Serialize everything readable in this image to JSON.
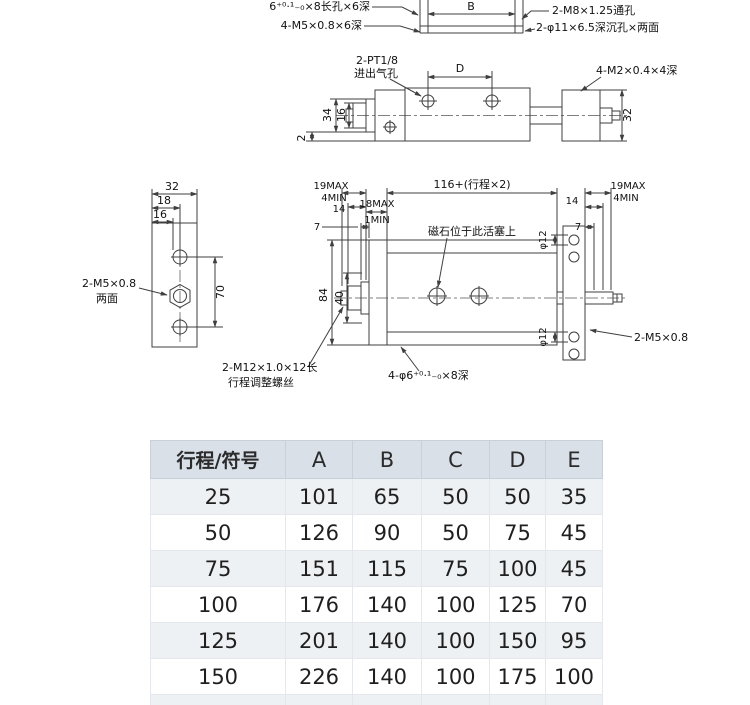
{
  "drawing": {
    "colors": {
      "line": "#3f3f3f",
      "text": "#111111"
    },
    "top_view": {
      "slot_label": "6⁺⁰·¹₋₀×8长孔×6深",
      "m5_label": "4-M5×0.8×6深",
      "dim_b": "B",
      "m8_label": "2-M8×1.25通孔",
      "sink_label": "2-φ11×6.5深沉孔×两面"
    },
    "side_view": {
      "port_label_1": "2-PT1/8",
      "port_label_2": "进出气孔",
      "dim_d": "D",
      "m2_label": "4-M2×0.4×4深",
      "dim_34": "34",
      "dim_16": "16",
      "dim_2": "2",
      "dim_32": "32"
    },
    "front_view": {
      "dim_32": "32",
      "dim_18": "18",
      "dim_16": "16",
      "dim_70": "70",
      "m5_side_1": "2-M5×0.8",
      "m5_side_2": "两面",
      "left_19max": "19MAX",
      "left_4min": "4MIN",
      "dim_14_left": "14",
      "label_18max": "18MAX",
      "label_1min": "1MIN",
      "dim_7_left": "7",
      "stroke_formula": "116+(行程×2)",
      "right_19max": "19MAX",
      "right_4min": "4MIN",
      "dim_14_right": "14",
      "dim_7_right": "7",
      "magnet_note": "磁石位于此活塞上",
      "phi12_top": "φ12",
      "phi12_bottom": "φ12",
      "dim_84": "84",
      "dim_40": "40",
      "m12_label_1": "2-M12×1.0×12长",
      "m12_label_2": "行程调整螺丝",
      "phi6_label": "4-φ6⁺⁰·¹₋₀×8深",
      "m5_right": "2-M5×0.8"
    }
  },
  "table": {
    "headers": [
      "行程/符号",
      "A",
      "B",
      "C",
      "D",
      "E"
    ],
    "rows": [
      [
        "25",
        "101",
        "65",
        "50",
        "50",
        "35"
      ],
      [
        "50",
        "126",
        "90",
        "50",
        "75",
        "45"
      ],
      [
        "75",
        "151",
        "115",
        "75",
        "100",
        "45"
      ],
      [
        "100",
        "176",
        "140",
        "100",
        "125",
        "70"
      ],
      [
        "125",
        "201",
        "140",
        "100",
        "150",
        "95"
      ],
      [
        "150",
        "226",
        "140",
        "100",
        "175",
        "100"
      ]
    ]
  }
}
